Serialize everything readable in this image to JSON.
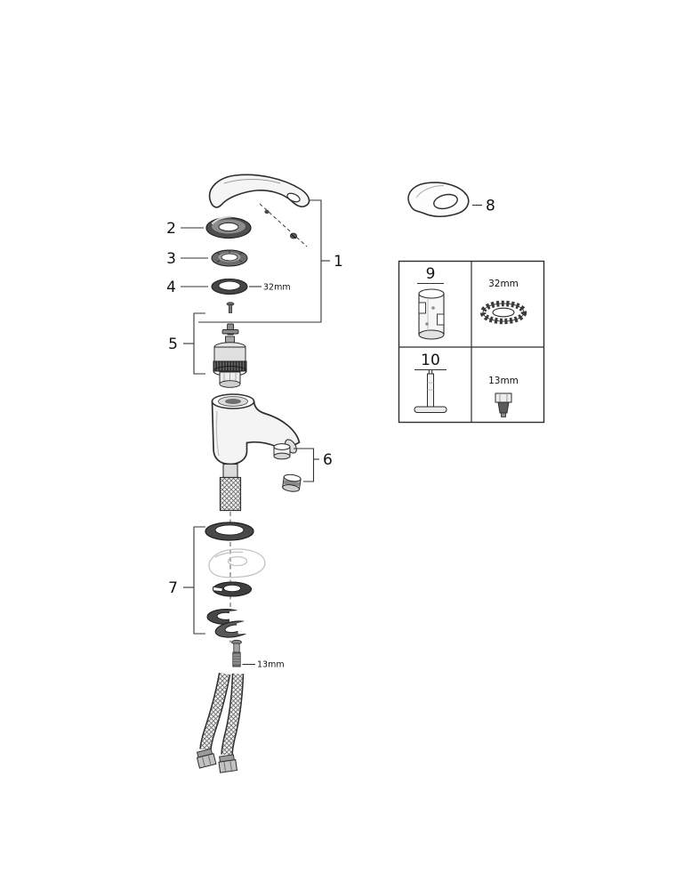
{
  "callouts": {
    "c1": "1",
    "c2": "2",
    "c3": "3",
    "c4": "4",
    "c5": "5",
    "c6": "6",
    "c7": "7",
    "c8": "8",
    "c9": "9",
    "c10": "10"
  },
  "dimensions": {
    "seal_ring": "32mm",
    "screw": "13mm",
    "box_seal_ring": "32mm",
    "box_adapter": "13mm"
  },
  "colors": {
    "line": "#2e2e2e",
    "background": "#ffffff"
  }
}
